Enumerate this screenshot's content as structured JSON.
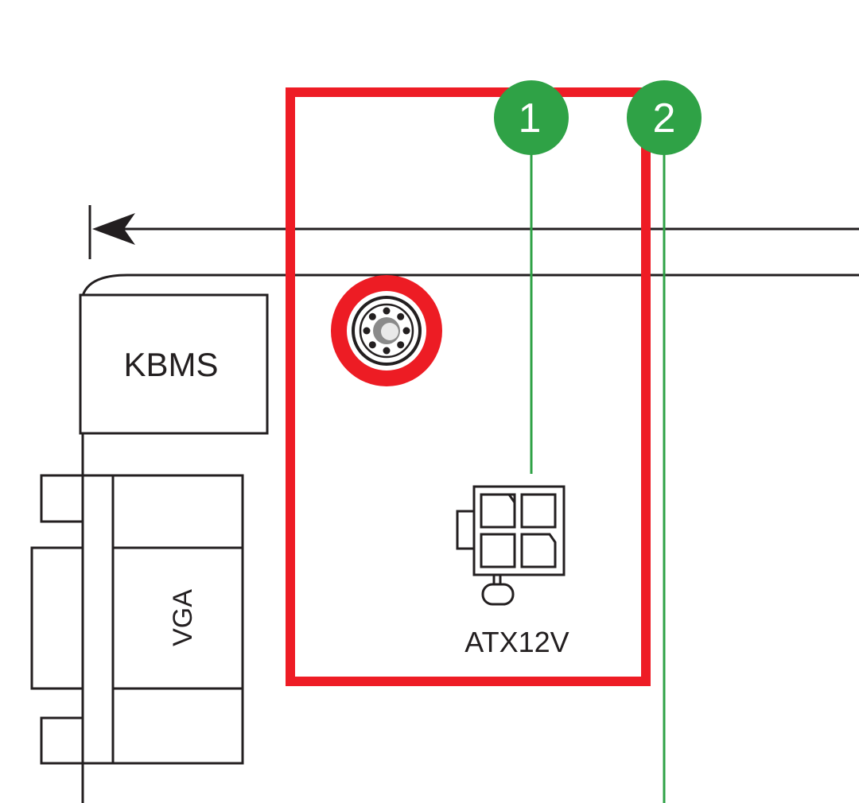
{
  "colors": {
    "outline": "#231f20",
    "highlight": "#ee1c25",
    "callout": "#2fa246",
    "callout_text": "#ffffff",
    "screw_ring": "#ed1c24"
  },
  "callouts": [
    {
      "number": "1",
      "target": "ATX12V connector"
    },
    {
      "number": "2",
      "target": "board right edge"
    }
  ],
  "connectors": {
    "kbms": "KBMS",
    "vga": "VGA",
    "atx12v": "ATX12V"
  },
  "icons": {
    "arrow": "arrow-left-icon",
    "screw": "mounting-hole-icon",
    "power": "power-connector-icon"
  }
}
